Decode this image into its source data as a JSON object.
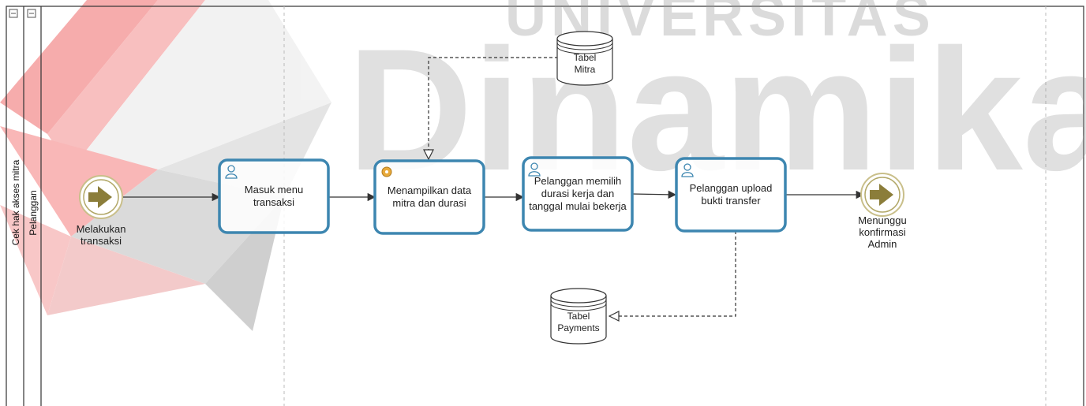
{
  "watermark": {
    "text_top": "UNIVERSITAS",
    "text_main": "Dinamika"
  },
  "pool": {
    "label": "Cek hak akses mitra"
  },
  "lane": {
    "label": "Pelanggan"
  },
  "start_event": {
    "label_line1": "Melakukan",
    "label_line2": "transaksi"
  },
  "tasks": [
    {
      "line1": "Masuk menu",
      "line2": "transaksi",
      "icon": "user-icon"
    },
    {
      "line1": "Menampilkan data",
      "line2": "mitra dan durasi",
      "icon": "gear-icon"
    },
    {
      "line1": "Pelanggan memilih",
      "line2": "durasi kerja dan",
      "line3": "tanggal mulai bekerja",
      "icon": "user-icon"
    },
    {
      "line1": "Pelanggan upload",
      "line2": "bukti transfer",
      "icon": "user-icon"
    }
  ],
  "data_stores": [
    {
      "line1": "Tabel",
      "line2": "Mitra"
    },
    {
      "line1": "Tabel",
      "line2": "Payments"
    }
  ],
  "end_event": {
    "line1": "Menunggu",
    "line2": "konfirmasi",
    "line3": "Admin"
  },
  "colors": {
    "task_border": "#3d86b0",
    "event_fill": "#8b7d3a",
    "event_ring": "#c9bf8a",
    "watermark_red": "#f26b6b",
    "watermark_gray": "#9a9a9a"
  }
}
